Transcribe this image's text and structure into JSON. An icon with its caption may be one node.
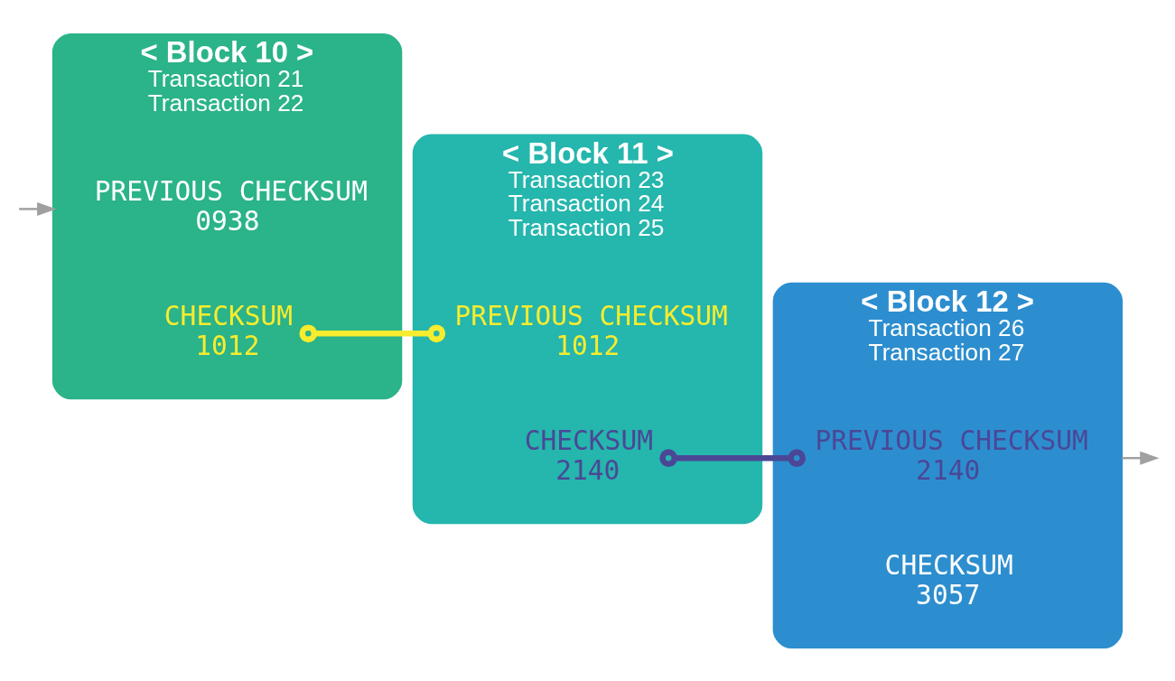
{
  "diagram": {
    "nodes": [
      {
        "text": [
          "< Block 10 >",
          "Transaction 21",
          "Transaction 22"
        ]
      },
      {
        "text": [
          "PREVIOUS CHECKSUM",
          "0938"
        ],
        "in": 0
      },
      {
        "text": [
          "CHECKSUM",
          "1012"
        ],
        "in": 0
      },
      {
        "text": [
          "< Block 11 >",
          "Transaction 23",
          "Transaction 24",
          "Transaction 25"
        ]
      },
      {
        "text": [
          "PREVIOUS CHECKSUM",
          "1012"
        ],
        "in": 3
      },
      {
        "text": [
          "CHECKSUM",
          "2140"
        ],
        "in": 3
      },
      {
        "text": [
          "< Block 12 >",
          "Transaction 26",
          "Transaction 27"
        ]
      },
      {
        "text": [
          "PREVIOUS CHECKSUM",
          "2140"
        ],
        "in": 6
      },
      {
        "text": [
          "CHECKSUM",
          "3057"
        ],
        "in": 6
      }
    ],
    "edges": [
      {
        "from": null,
        "to": 0,
        "arrow": "to",
        "color": "#a0a0a0"
      },
      {
        "from": 2,
        "to": 4,
        "arrow": "other",
        "style": "thick",
        "color": "#f7ec2e"
      },
      {
        "from": 5,
        "to": 7,
        "arrow": "other",
        "style": "thick",
        "color": "#4b4796"
      },
      {
        "from": 6,
        "to": null,
        "arrow": "to",
        "color": "#a0a0a0"
      }
    ]
  }
}
